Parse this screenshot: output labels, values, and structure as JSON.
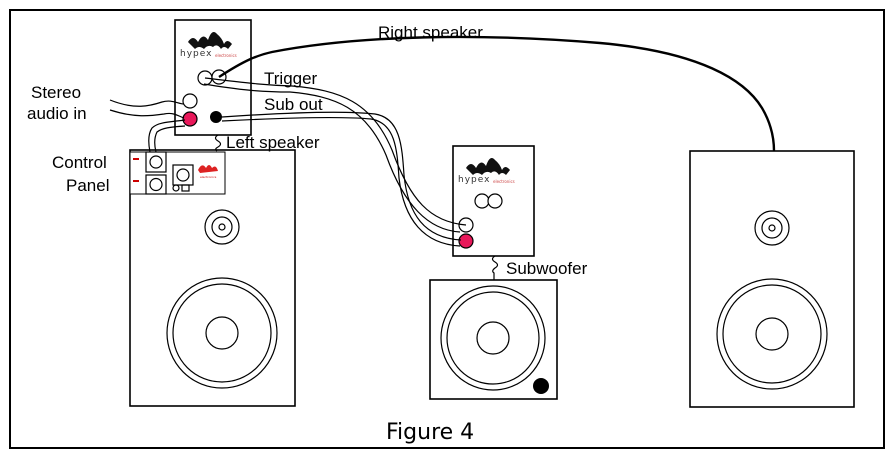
{
  "labels": {
    "right_speaker": "Right speaker",
    "trigger": "Trigger",
    "sub_out": "Sub out",
    "left_speaker": "Left speaker",
    "stereo_line1": "Stereo",
    "stereo_line2": "audio in",
    "control_line1": "Control",
    "control_line2": "Panel",
    "subwoofer": "Subwoofer"
  },
  "modules": {
    "brand": "hypex",
    "brand_sub": "electronics"
  },
  "caption": "Figure 4",
  "colors": {
    "input_jack": "#e8185a",
    "frame": "#000000",
    "background": "#ffffff"
  }
}
